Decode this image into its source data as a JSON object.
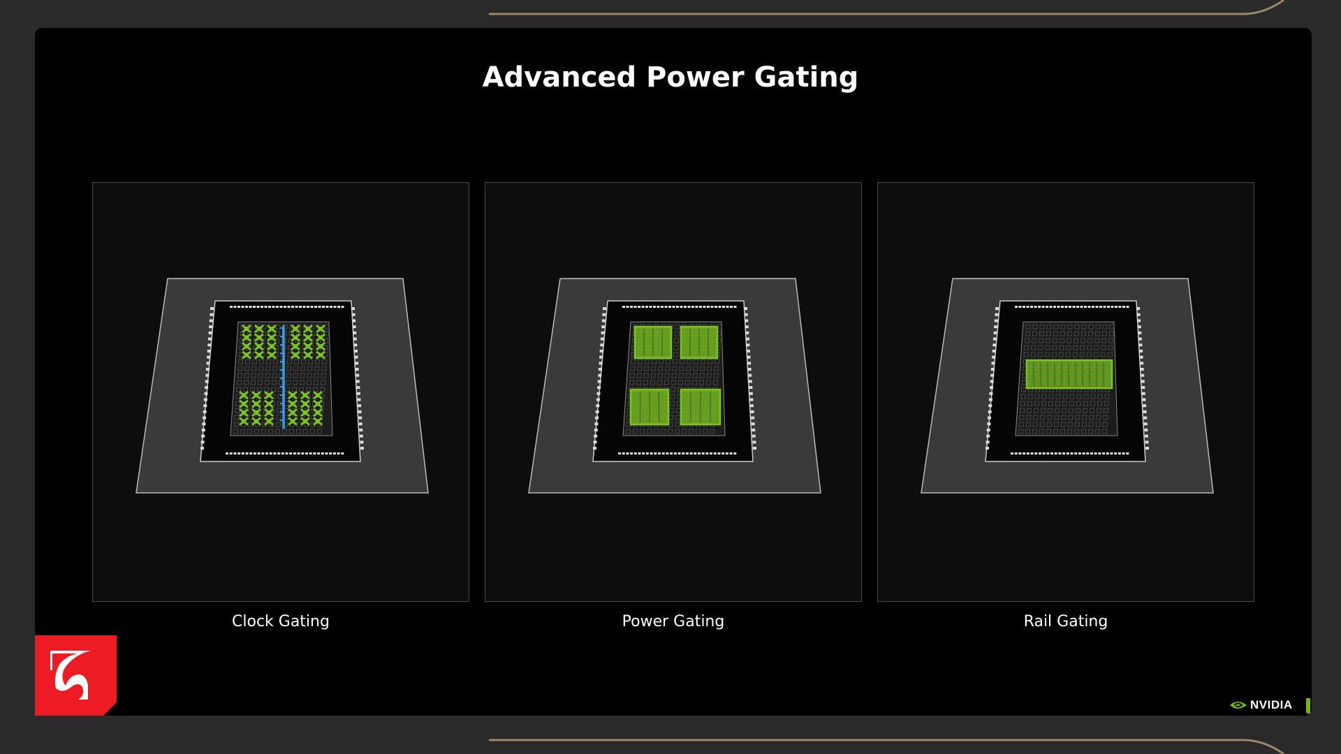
{
  "slide": {
    "title": "Advanced Power Gating",
    "panels": [
      {
        "label": "Clock Gating",
        "variant": "clock"
      },
      {
        "label": "Power Gating",
        "variant": "power"
      },
      {
        "label": "Rail Gating",
        "variant": "rail"
      }
    ]
  },
  "brand": {
    "nvidia_text": "NVIDIA",
    "nvidia_green": "#76b900",
    "logo_red": "#ed1c24"
  },
  "colors": {
    "highlight_green": "#7cc520",
    "clock_blue": "#3a9be8",
    "gold": "#b9a27a"
  }
}
